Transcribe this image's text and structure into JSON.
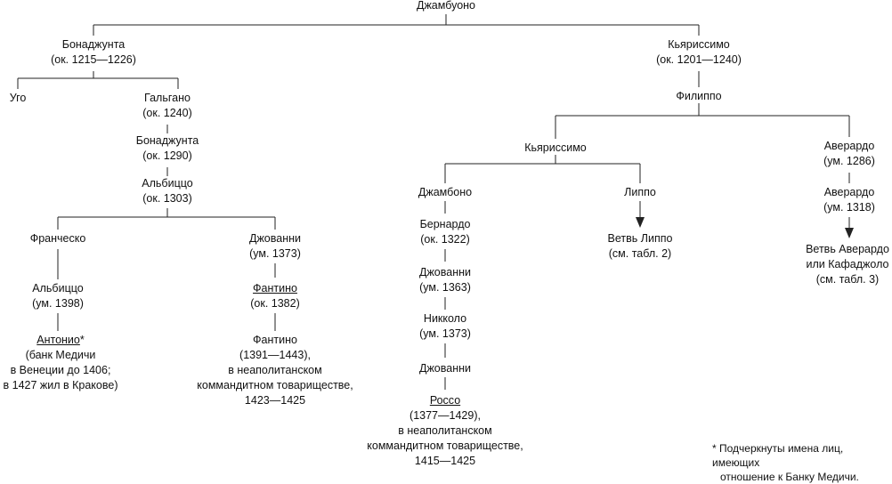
{
  "tree": {
    "root": {
      "name": "Джамбуоно"
    },
    "bonadzhunta1": {
      "name": "Бонаджунта",
      "dates": "(ок. 1215—1226)"
    },
    "kyarissimo1": {
      "name": "Кьяриссимо",
      "dates": "(ок. 1201—1240)"
    },
    "ugo": {
      "name": "Уго"
    },
    "galgano": {
      "name": "Гальгано",
      "dates": "(ок. 1240)"
    },
    "bonadzhunta2": {
      "name": "Бонаджунта",
      "dates": "(ок. 1290)"
    },
    "albiццo1": {
      "name": "Альбиццо",
      "dates": "(ок. 1303)"
    },
    "francesco": {
      "name": "Франческо"
    },
    "dzhovanni_a": {
      "name": "Джованни",
      "dates": "(ум. 1373)"
    },
    "albiццo2": {
      "name": "Альбиццо",
      "dates": "(ум. 1398)"
    },
    "fantino1": {
      "name": "Фантино",
      "dates": "(ок. 1382)"
    },
    "antonio": {
      "name": "Антонио",
      "mark": "*",
      "note1": "(банк Медичи",
      "note2": "в Венеции до 1406;",
      "note3": "в 1427 жил в Кракове)"
    },
    "fantino2": {
      "name": "Фантино",
      "dates": "(1391—1443),",
      "note1": "в неаполитанском",
      "note2": "коммандитном товариществе,",
      "note3": "1423—1425"
    },
    "filippo": {
      "name": "Филиппо"
    },
    "kyarissimo2": {
      "name": "Кьяриссимо"
    },
    "averardo1": {
      "name": "Аверардо",
      "dates": "(ум. 1286)"
    },
    "averardo2": {
      "name": "Аверардо",
      "dates": "(ум. 1318)"
    },
    "averardo_branch": {
      "line1": "Ветвь Аверардо",
      "line2": "или Кафаджоло",
      "line3": "(см. табл. 3)"
    },
    "dzhambono": {
      "name": "Джамбоно"
    },
    "lippo": {
      "name": "Липпо"
    },
    "lippo_branch": {
      "line1": "Ветвь Липпо",
      "line2": "(см. табл. 2)"
    },
    "bernardo": {
      "name": "Бернардо",
      "dates": "(ок. 1322)"
    },
    "dzhovanni_b": {
      "name": "Джованни",
      "dates": "(ум. 1363)"
    },
    "nikkolo": {
      "name": "Никколо",
      "dates": "(ум. 1373)"
    },
    "dzhovanni_c": {
      "name": "Джованни"
    },
    "rosso": {
      "name": "Россо",
      "dates": "(1377—1429),",
      "note1": "в неаполитанском",
      "note2": "коммандитном товариществе,",
      "note3": "1415—1425"
    }
  },
  "footnote": {
    "line1": "* Подчеркнуты имена лиц, имеющих",
    "line2": "отношение к Банку Медичи."
  }
}
